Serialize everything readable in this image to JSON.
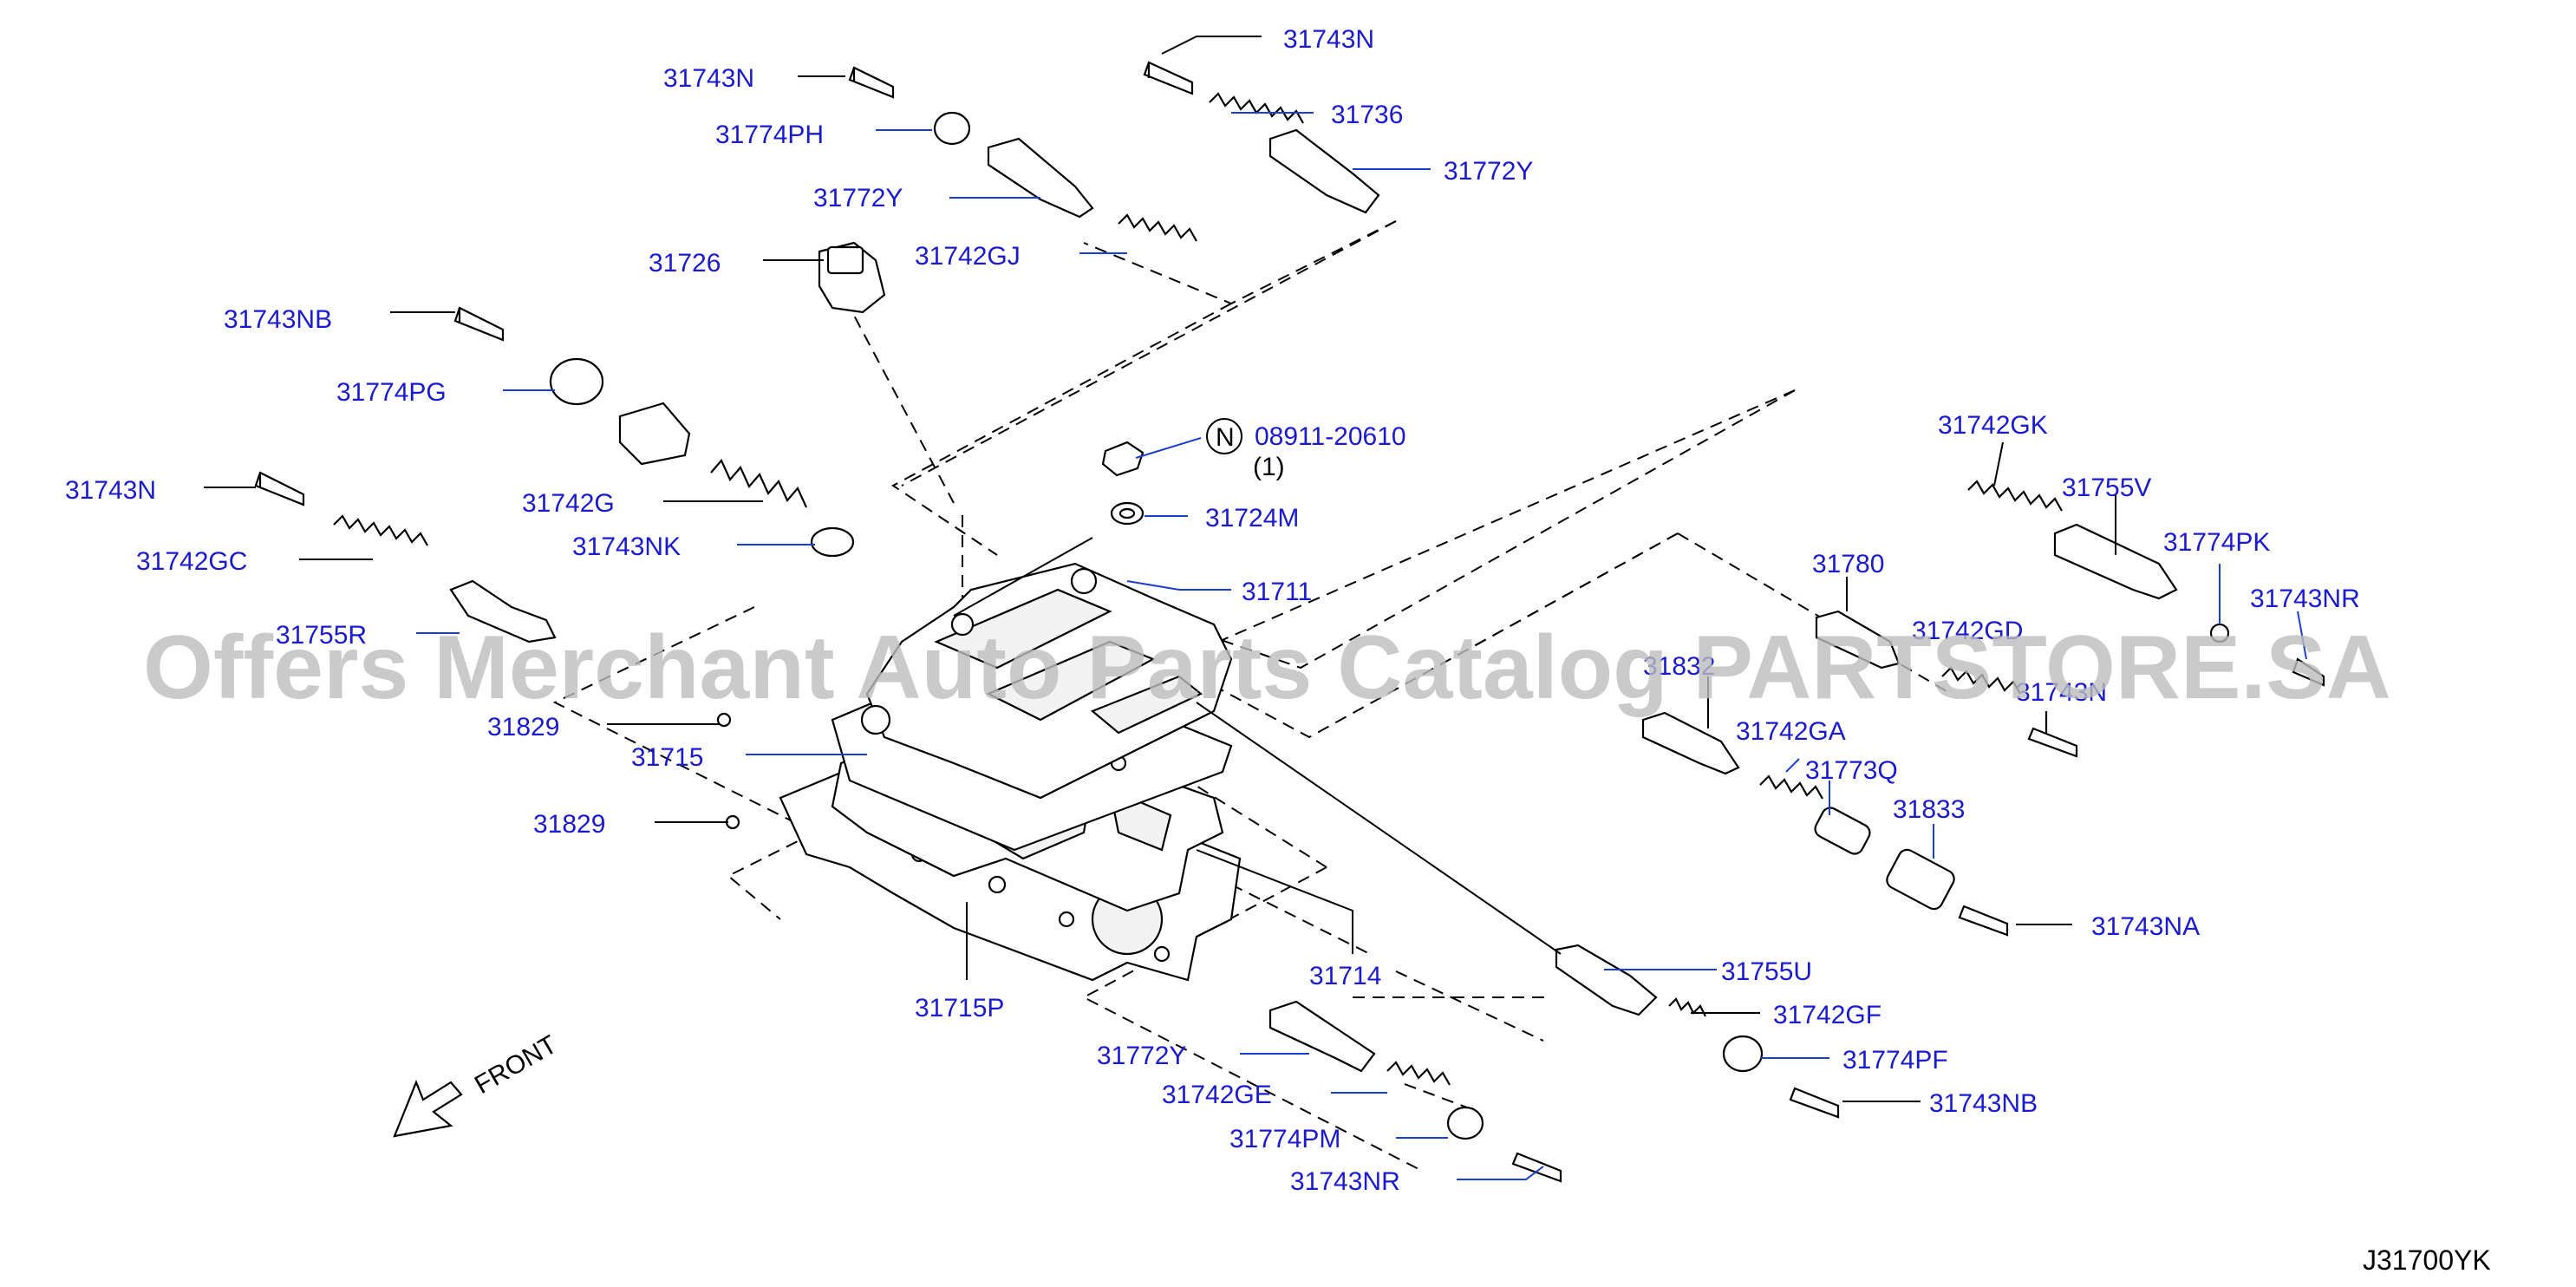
{
  "diagram": {
    "watermark": "Offers Merchant Auto Parts Catalog PARTSTORE.SA",
    "diagram_id": "J31700YK",
    "front_label": "FRONT",
    "nut_symbol": "N",
    "nut_qty": "(1)",
    "labels": {
      "p31743N_a": "31743N",
      "p31774PH": "31774PH",
      "p31772Y_a": "31772Y",
      "p31726": "31726",
      "p31742GJ": "31742GJ",
      "p31743N_b": "31743N",
      "p31736": "31736",
      "p31772Y_b": "31772Y",
      "p31743NB_a": "31743NB",
      "p31774PG": "31774PG",
      "p31743N_c": "31743N",
      "p31742G": "31742G",
      "p31743NK": "31743NK",
      "p31742GC": "31742GC",
      "p31755R": "31755R",
      "p31829_a": "31829",
      "p31715": "31715",
      "p31829_b": "31829",
      "p08911": "08911-20610",
      "p31724M": "31724M",
      "p31711": "31711",
      "p31742GK": "31742GK",
      "p31755V": "31755V",
      "p31774PK": "31774PK",
      "p31743NR_a": "31743NR",
      "p31780": "31780",
      "p31742GD": "31742GD",
      "p31832": "31832",
      "p31743N_d": "31743N",
      "p31742GA": "31742GA",
      "p31773Q": "31773Q",
      "p31833": "31833",
      "p31743NA": "31743NA",
      "p31714": "31714",
      "p31715P": "31715P",
      "p31755U": "31755U",
      "p31742GF": "31742GF",
      "p31774PF": "31774PF",
      "p31743NB_b": "31743NB",
      "p31772Y_c": "31772Y",
      "p31742GE": "31742GE",
      "p31774PM": "31774PM",
      "p31743NR_b": "31743NR"
    }
  }
}
